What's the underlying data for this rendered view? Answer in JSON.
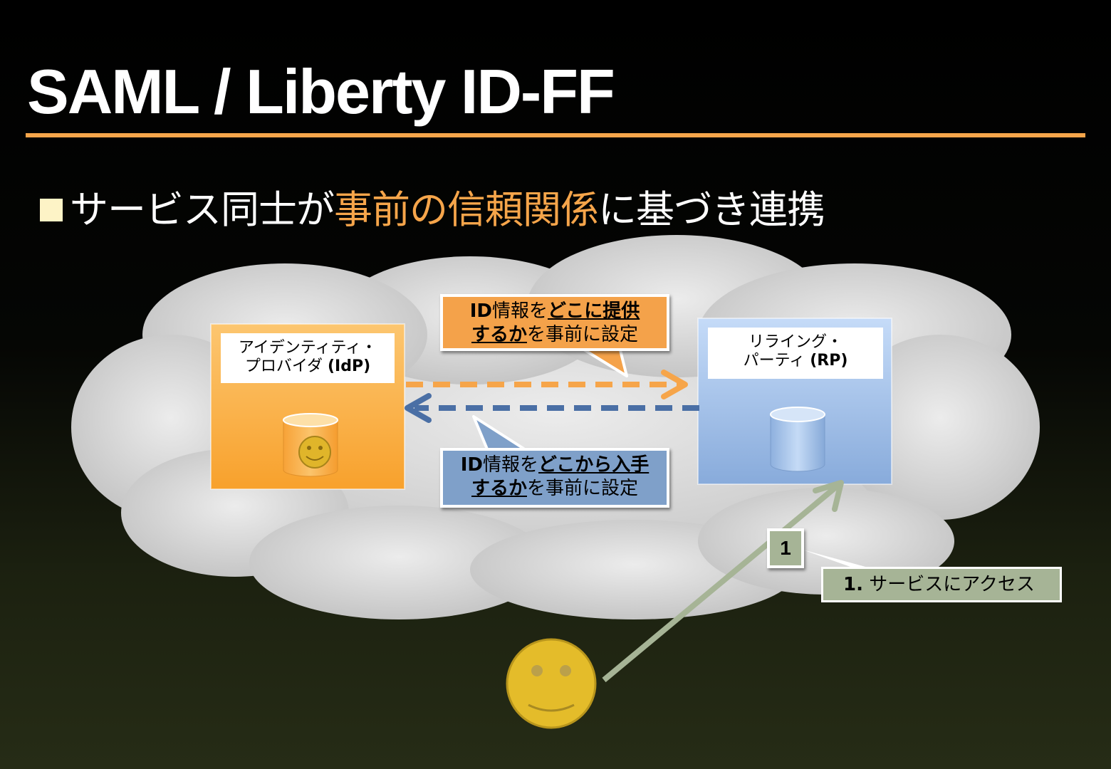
{
  "title": "SAML / Liberty ID-FF",
  "bullet": {
    "text_before": "サービス同士が",
    "highlight": "事前の信頼関係",
    "text_after": "に基づき連携"
  },
  "idp": {
    "label_line1": "アイデンティティ・",
    "label_line2_jp": "プロバイダ ",
    "label_line2_abbr": "(IdP)"
  },
  "rp": {
    "label_line1": "リライング・",
    "label_line2_jp": "パーティ ",
    "label_line2_abbr": "(RP)"
  },
  "callout_top": {
    "line1_prefix": "ID",
    "line1_mid": "情報を",
    "line1_underlined": "どこに提供",
    "line2_underlined": "するか",
    "line2_rest": "を事前に設定"
  },
  "callout_bottom": {
    "line1_prefix": "ID",
    "line1_mid": "情報を",
    "line1_underlined": "どこから入手",
    "line2_underlined": "するか",
    "line2_rest": "を事前に設定"
  },
  "step": {
    "number": "1",
    "note_number": "1.",
    "note_text": " サービスにアクセス"
  },
  "colors": {
    "accent_orange": "#f6a54a",
    "idp_fill": "#f9a838",
    "rp_fill": "#8fb2e0",
    "arrow_blue": "#4a6fa5",
    "arrow_green": "#a6b496",
    "cloud": "#d4d4d4",
    "smiley": "#e4bc2a"
  },
  "icons": [
    "database-icon",
    "smiley-icon",
    "user-icon"
  ]
}
